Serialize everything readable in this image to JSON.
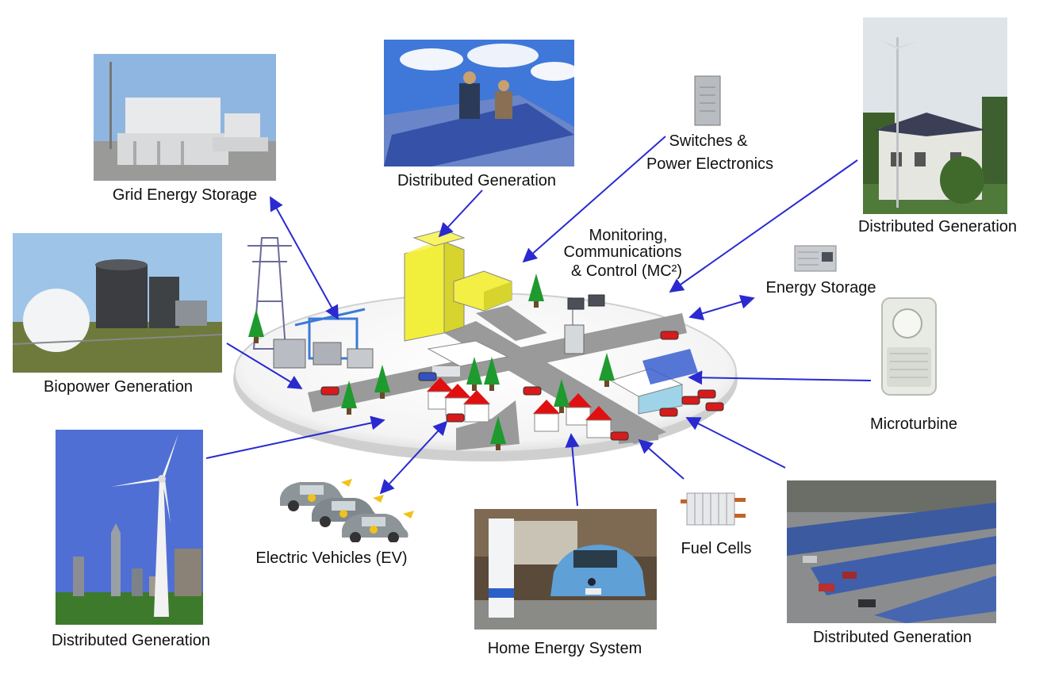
{
  "labels": {
    "grid_storage": "Grid Energy Storage",
    "dg_solar_roof": "Distributed Generation",
    "switches_line1": "Switches &",
    "switches_line2": "Power Electronics",
    "dg_house_wind": "Distributed Generation",
    "mc2_line1": "Monitoring,",
    "mc2_line2": "Communications",
    "mc2_line3": "& Control (MC²)",
    "energy_storage": "Energy Storage",
    "biopower": "Biopower Generation",
    "microturbine": "Microturbine",
    "dg_wind_city": "Distributed Generation",
    "ev": "Electric Vehicles (EV)",
    "home_energy": "Home Energy System",
    "fuel_cells": "Fuel Cells",
    "dg_carport": "Distributed Generation"
  },
  "colors": {
    "arrow": "#2a2ad0",
    "building_yellow": "#f2ee3c",
    "roof_red": "#e01010",
    "tree_green": "#1e9a2e",
    "road_gray": "#9a9a9a",
    "sky_blue": "#4a6fd0"
  }
}
